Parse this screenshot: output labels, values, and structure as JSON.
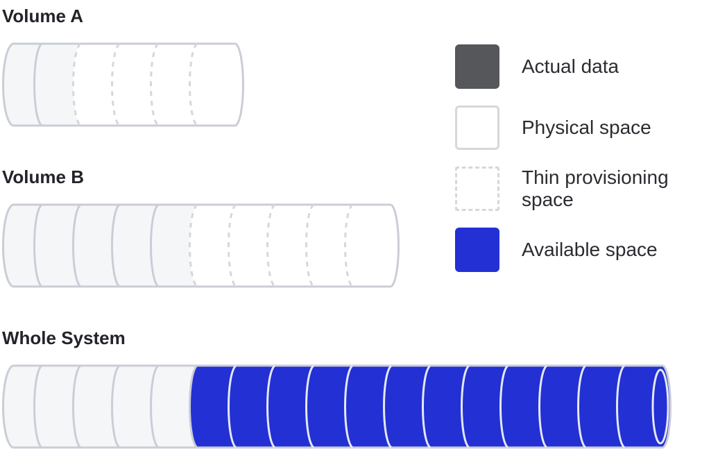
{
  "diagram": {
    "volumes": [
      {
        "title": "Volume A",
        "physical_segments": 2,
        "thin_segments": 4,
        "available_segments": 0
      },
      {
        "title": "Volume B",
        "physical_segments": 5,
        "thin_segments": 5,
        "available_segments": 0
      },
      {
        "title": "Whole System",
        "physical_segments": 5,
        "thin_segments": 0,
        "available_segments": 12
      }
    ],
    "legend": [
      {
        "label": "Actual data",
        "kind": "actual"
      },
      {
        "label": "Physical space",
        "kind": "physical"
      },
      {
        "label": "Thin provisioning space",
        "kind": "thin"
      },
      {
        "label": "Available space",
        "kind": "available"
      }
    ]
  },
  "colors": {
    "actual": "#55575b",
    "physical_fill": "#f4f6f8",
    "physical_stroke": "#cbcdd6",
    "thin_stroke": "#d6d7da",
    "available": "#2230d4",
    "available_line": "#e6e8f4"
  }
}
